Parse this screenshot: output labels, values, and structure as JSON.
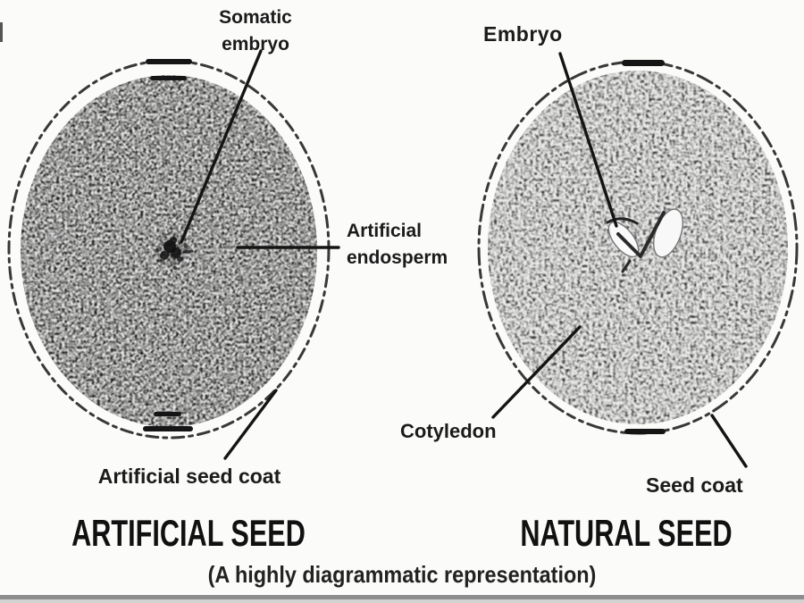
{
  "page": {
    "background": "#fbfbfa",
    "ink": "#1a1a1a",
    "bottom_band_color": "#8d8d8d"
  },
  "left_seed": {
    "title": "ARTIFICIAL SEED",
    "label_somatic_embryo": "Somatic\nembryo",
    "label_artificial_endosperm": "Artificial\nendosperm",
    "label_artificial_seed_coat": "Artificial seed coat"
  },
  "right_seed": {
    "title": "NATURAL SEED",
    "label_embryo": "Embryo",
    "label_cotyledon": "Cotyledon",
    "label_seed_coat": "Seed coat"
  },
  "caption": "(A highly diagrammatic representation)"
}
